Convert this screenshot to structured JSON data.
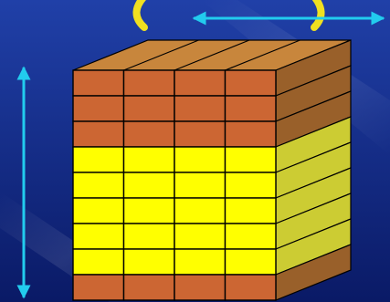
{
  "slide": {
    "background_top": "#2040a8",
    "background_bottom": "#0a1a66",
    "heading_color": "#f0e020"
  },
  "block": {
    "front_columns": 4,
    "front_rows": [
      {
        "material": "brick",
        "color": "#cc6633"
      },
      {
        "material": "brick",
        "color": "#cc6633"
      },
      {
        "material": "brick",
        "color": "#cc6633"
      },
      {
        "material": "yellow",
        "color": "#ffff00"
      },
      {
        "material": "yellow",
        "color": "#ffff00"
      },
      {
        "material": "yellow",
        "color": "#ffff00"
      },
      {
        "material": "yellow",
        "color": "#ffff00"
      },
      {
        "material": "yellow",
        "color": "#ffff00"
      },
      {
        "material": "brick",
        "color": "#cc6633"
      }
    ],
    "top_color": "#c8863c",
    "side_brick_color": "#99602a",
    "side_yellow_color": "#cccc33",
    "grid_line_color": "#000000"
  },
  "arrows": {
    "color": "#22ccee",
    "width_arrow": "double-headed-horizontal",
    "height_arrow": "double-headed-vertical"
  }
}
